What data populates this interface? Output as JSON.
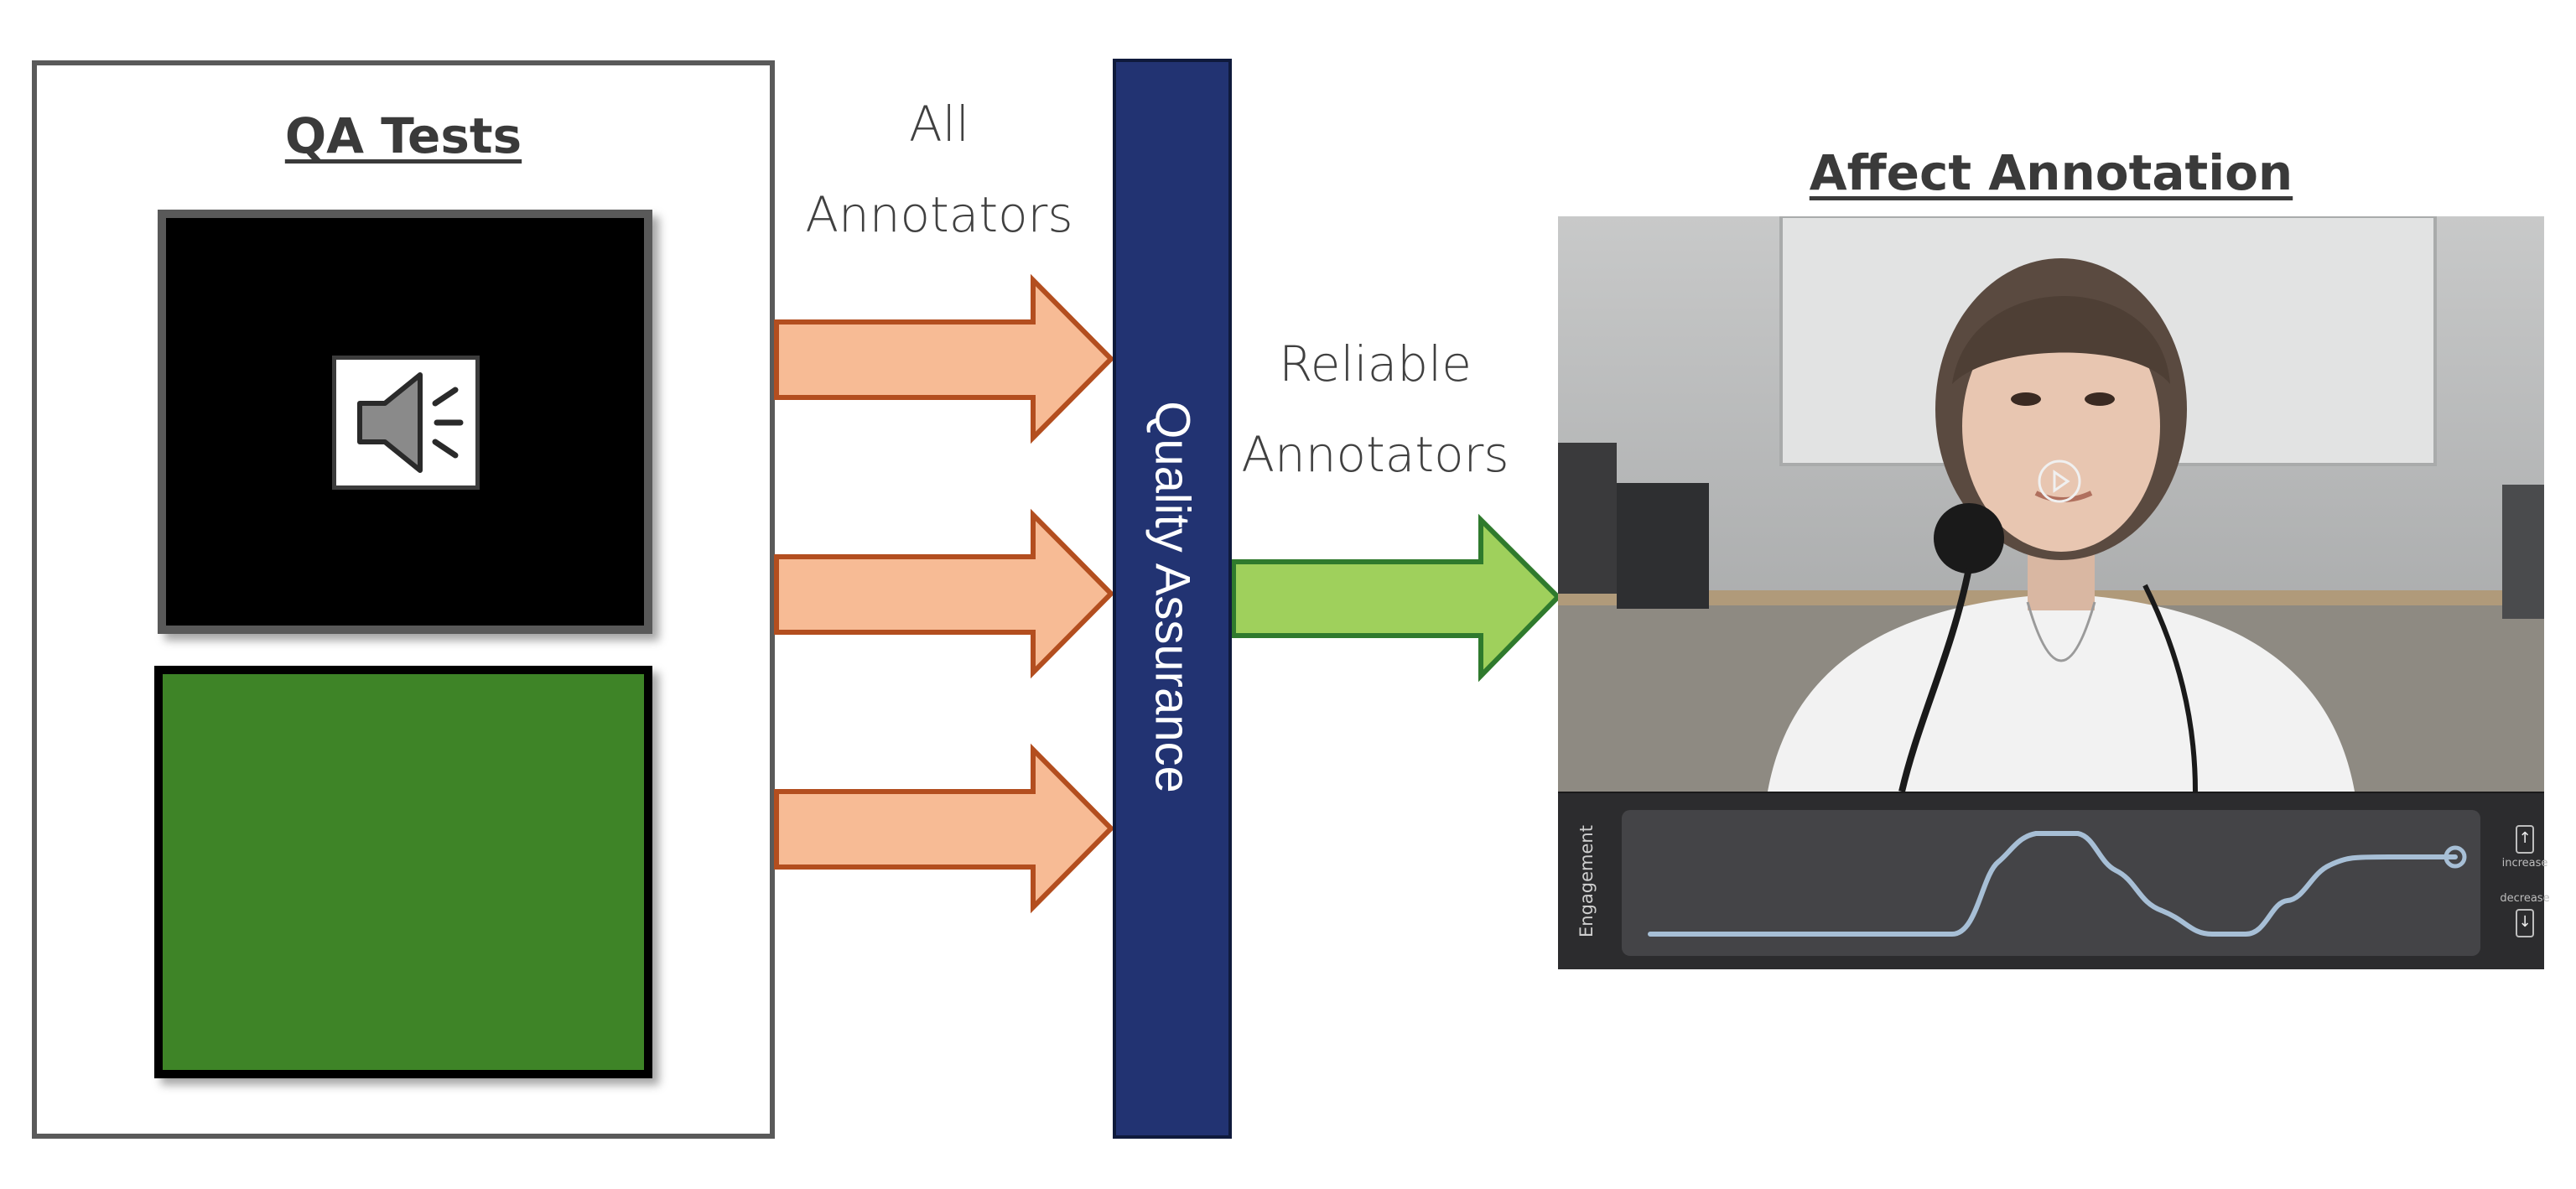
{
  "qa_tests": {
    "title": "QA Tests",
    "audio_test_icon": "speaker-icon",
    "visual_test_color": "#3e8427"
  },
  "flow": {
    "all_annotators_line1": "All",
    "all_annotators_line2": "Annotators",
    "quality_assurance": "Quality Assurance",
    "reliable_annotators_line1": "Reliable",
    "reliable_annotators_line2": "Annotators"
  },
  "affect_annotation": {
    "title": "Affect Annotation",
    "trace_label": "Engagement",
    "increase_label": "increase",
    "decrease_label": "decrease"
  },
  "colors": {
    "input_arrow": "#f7bb95",
    "input_arrow_border": "#b34e1f",
    "output_arrow": "#9fd05c",
    "output_arrow_border": "#2f7a2d",
    "qa_bar": "#223372"
  }
}
